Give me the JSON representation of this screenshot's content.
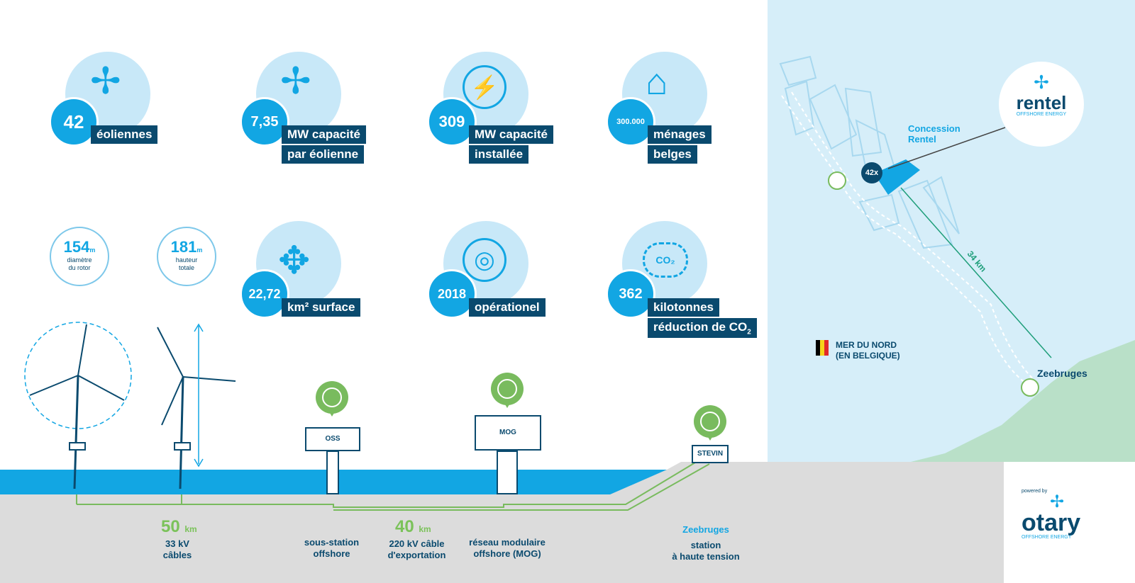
{
  "stats": [
    {
      "value": "42",
      "label1": "éoliennes",
      "label2": "",
      "icon": "wind-turbine-icon"
    },
    {
      "value": "7,35",
      "label1": "MW capacité",
      "label2": "par éolienne",
      "icon": "turbine-power-icon"
    },
    {
      "value": "309",
      "label1": "MW capacité",
      "label2": "installée",
      "icon": "lightning-icon"
    },
    {
      "value": "300.000",
      "label1": "ménages",
      "label2": "belges",
      "icon": "house-plug-icon"
    },
    {
      "value": "22,72",
      "label1": "km² surface",
      "label2": "",
      "icon": "arrows-icon"
    },
    {
      "value": "2018",
      "label1": "opérationel",
      "label2": "",
      "icon": "target-icon"
    },
    {
      "value": "362",
      "label1": "kilotonnes",
      "label2": "réduction de CO",
      "icon": "co2-cloud-icon"
    }
  ],
  "co2_sub": "2",
  "rotor": {
    "value": "154",
    "unit": "m",
    "desc1": "diamètre",
    "desc2": "du rotor"
  },
  "height": {
    "value": "181",
    "unit": "m",
    "desc1": "hauteur",
    "desc2": "totale"
  },
  "stations": {
    "oss": "OSS",
    "mog": "MOG",
    "stevin": "STEVIN"
  },
  "cables": {
    "c1_km": "50",
    "c1_unit": "km",
    "c1_desc1": "33 kV",
    "c1_desc2": "câbles",
    "oss_desc1": "sous-station",
    "oss_desc2": "offshore",
    "c2_km": "40",
    "c2_unit": "km",
    "c2_desc1": "220 kV câble",
    "c2_desc2": "d'exportation",
    "mog_desc1": "réseau modulaire",
    "mog_desc2": "offshore (MOG)",
    "zee_title": "Zeebruges",
    "zee_desc1": "station",
    "zee_desc2": "à haute tension"
  },
  "map": {
    "concession1": "Concession",
    "concession2": "Rentel",
    "count": "42x",
    "distance": "34 km",
    "sea1": "MER DU NORD",
    "sea2": "(EN BELGIQUE)",
    "port": "Zeebruges"
  },
  "brand": {
    "rentel": "rentel",
    "rentel_sub": "OFFSHORE ENERGY",
    "powered": "powered by",
    "otary": "otary",
    "otary_sub": "OFFSHORE ENERGY"
  },
  "colors": {
    "blue": "#12a6e3",
    "navy": "#0a4a6e",
    "green": "#79bb5e",
    "sea": "#d6eef9"
  }
}
